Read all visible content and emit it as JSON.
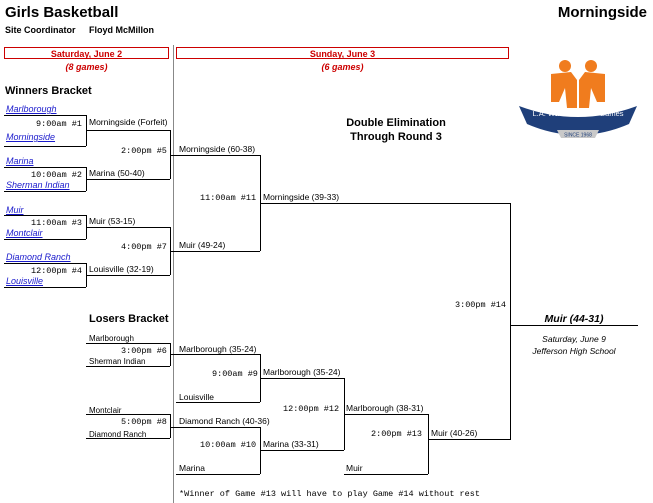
{
  "header": {
    "title": "Girls Basketball",
    "site": "Morningside",
    "coordinator_label": "Site Coordinator",
    "coordinator_name": "Floyd McMillon"
  },
  "days": [
    {
      "label": "Saturday, June 2",
      "games": "(8 games)"
    },
    {
      "label": "Sunday, June 3",
      "games": "(6 games)"
    }
  ],
  "logo": {
    "text": "L.A. Watts Summer Games",
    "sub": "SINCE 1968",
    "colors": {
      "orange": "#f07c1e",
      "navy": "#1f3f7a",
      "silver": "#c9c9c9"
    }
  },
  "winners": {
    "title": "Winners Bracket",
    "teams": [
      "Marlborough",
      "Morningside",
      "Marina",
      "Sherman Indian",
      "Muir",
      "Montclair",
      "Diamond Ranch",
      "Louisville"
    ],
    "g1": {
      "time": "9:00am #1",
      "result": "Morningside (Forfeit)"
    },
    "g2": {
      "time": "10:00am #2",
      "result": "Marina (50-40)"
    },
    "g3": {
      "time": "11:00am #3",
      "result": "Muir (53-15)"
    },
    "g4": {
      "time": "12:00pm #4",
      "result": "Louisville (32-19)"
    },
    "g5": {
      "time": "2:00pm #5",
      "result": "Morningside (60-38)"
    },
    "g7": {
      "time": "4:00pm #7",
      "result": "Muir (49-24)"
    },
    "g11": {
      "time": "11:00am #11",
      "result": "Morningside (39-33)"
    }
  },
  "bracket_title": {
    "line1": "Double Elimination",
    "line2": "Through Round 3"
  },
  "losers": {
    "title": "Losers Bracket",
    "teams": [
      "Marlborough",
      "Sherman Indian",
      "Montclair",
      "Diamond Ranch"
    ],
    "g6": {
      "time": "3:00pm #6",
      "result": "Marlborough (35-24)"
    },
    "g8": {
      "time": "5:00pm #8",
      "result": "Diamond Ranch (40-36)"
    },
    "g9_opp": "Louisville",
    "g9": {
      "time": "9:00am #9",
      "result": "Marlborough (35-24)"
    },
    "g10_opp": "Marina",
    "g10": {
      "time": "10:00am #10",
      "result": "Marina (33-31)"
    },
    "g12": {
      "time": "12:00pm #12",
      "result": "Marlborough (38-31)"
    },
    "g13_opp": "Muir",
    "g13": {
      "time": "2:00pm #13",
      "result": "Muir (40-26)"
    }
  },
  "final": {
    "time": "3:00pm #14",
    "champion": "Muir (44-31)",
    "date": "Saturday, June 9",
    "venue": "Jefferson High School"
  },
  "footnote": "*Winner of Game #13 will have to play Game #14 without rest"
}
